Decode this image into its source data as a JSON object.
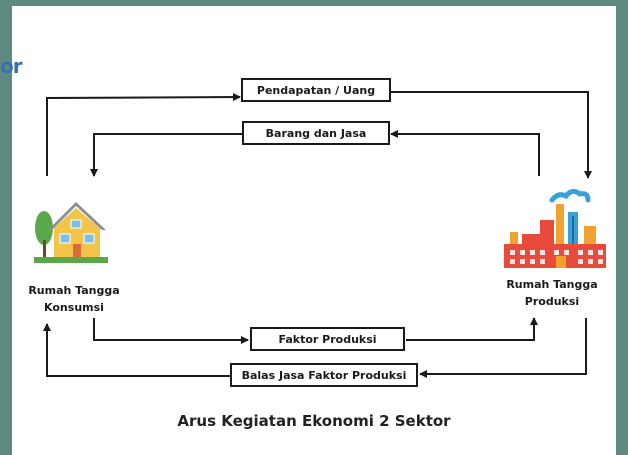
{
  "corner_text": "or",
  "flows": {
    "pendapatan": "Pendapatan / Uang",
    "barang": "Barang dan Jasa",
    "faktor": "Faktor Produksi",
    "balas_jasa": "Balas Jasa Faktor Produksi"
  },
  "nodes": {
    "household": {
      "line1": "Rumah Tangga",
      "line2": "Konsumsi",
      "icon": "house-icon"
    },
    "producer": {
      "line1": "Rumah Tangga",
      "line2": "Produksi",
      "icon": "factory-icon"
    }
  },
  "caption": "Arus Kegiatan Ekonomi 2 Sektor",
  "colors": {
    "frame": "#5e8a82",
    "line": "#1a1a1a",
    "house_wall": "#f2c54a",
    "house_roof": "#8a8f96",
    "tree": "#5aa84b",
    "factory_red": "#e84a3c",
    "factory_orange": "#f0a22e",
    "factory_blue": "#3aa0d8"
  }
}
